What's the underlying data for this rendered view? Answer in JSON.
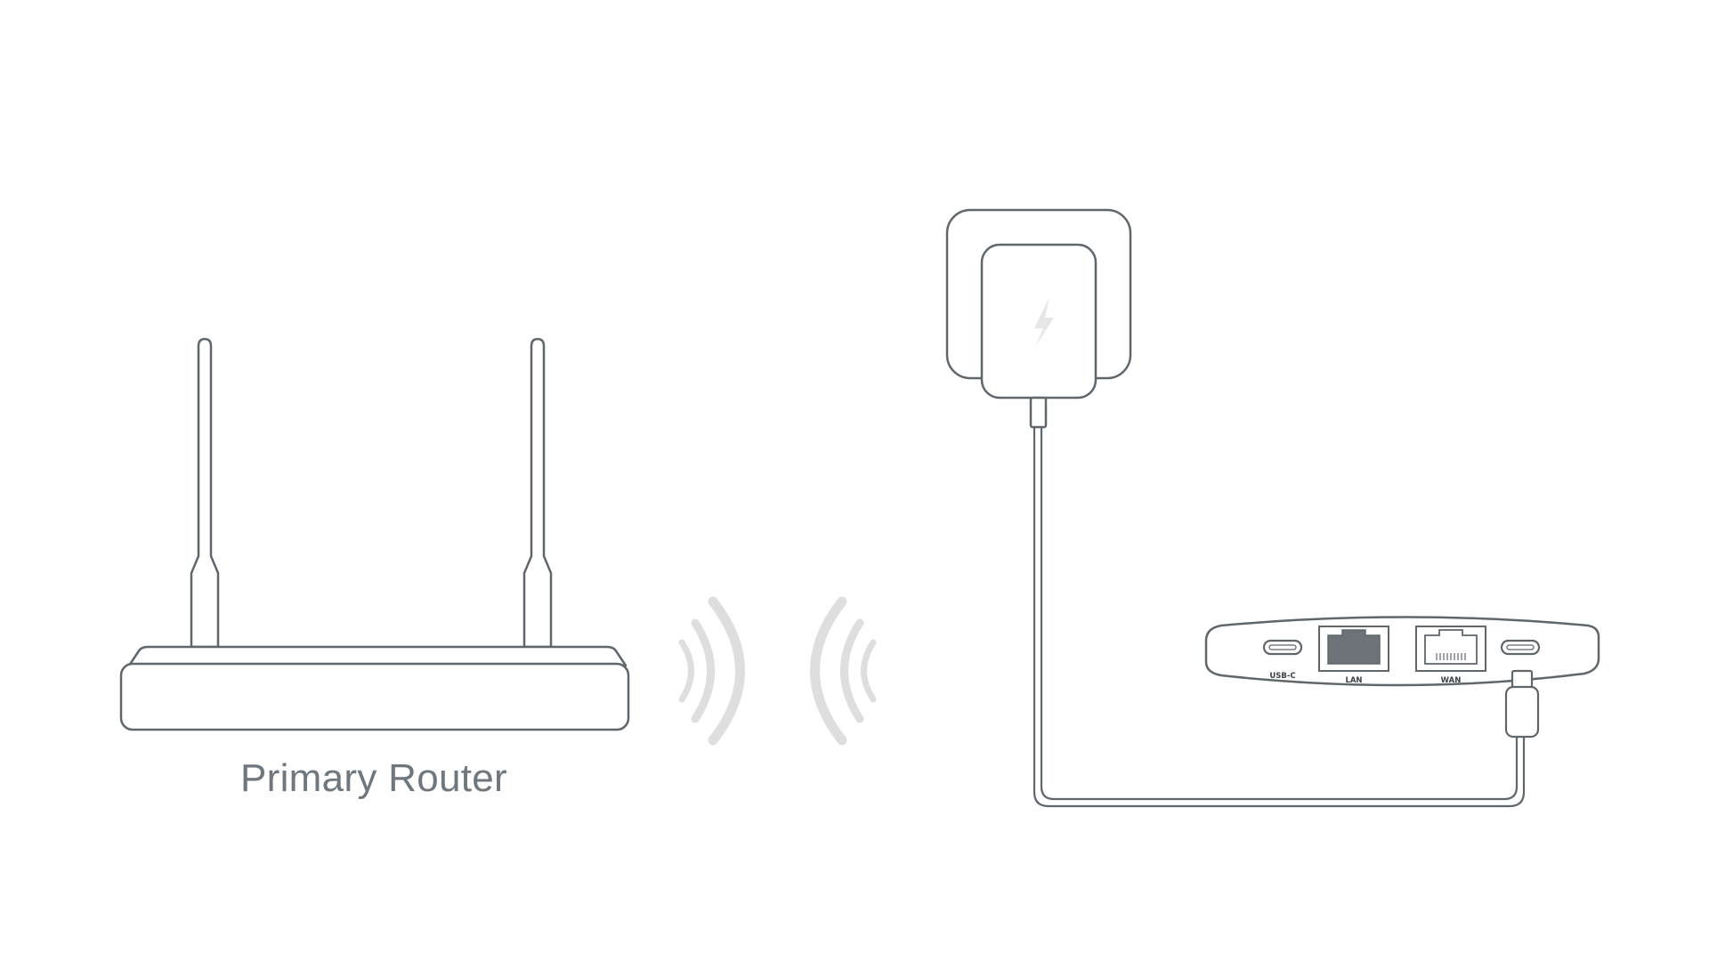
{
  "router": {
    "label": "Primary Router",
    "icon": "router-icon"
  },
  "signal": {
    "icon": "wifi-signal-icon"
  },
  "adapter": {
    "icon": "power-adapter-icon",
    "bolt_icon": "lightning-bolt-icon"
  },
  "extender": {
    "icon": "extender-device-icon",
    "ports": [
      {
        "label": "USB-C"
      },
      {
        "label": "LAN"
      },
      {
        "label": "WAN"
      }
    ]
  },
  "colors": {
    "stroke": "#5f666c",
    "signal": "#dedede",
    "caption": "#6e767e",
    "port_fill": "#6d7379"
  }
}
